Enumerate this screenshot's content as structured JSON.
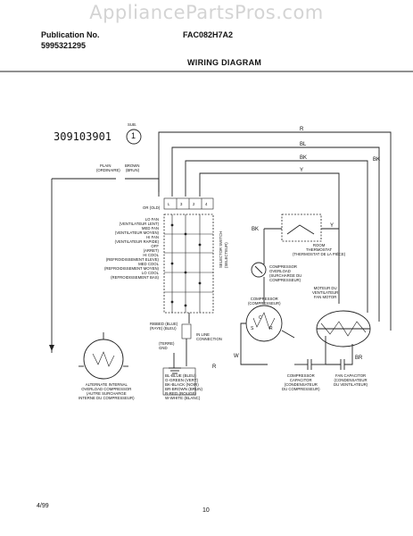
{
  "watermark": "AppliancePartsPros.com",
  "header": {
    "publication_label": "Publication No.",
    "publication_number": "5995321295",
    "model": "FAC082H7A2",
    "title": "WIRING DIAGRAM"
  },
  "diagram": {
    "part_number": "309103901",
    "sub_label": "SUB.",
    "sub_number": "1",
    "wire_labels": {
      "r": "R",
      "bl": "BL",
      "bk": "BK",
      "y": "Y",
      "bk2": "BK",
      "y2": "Y",
      "w": "W",
      "r2": "R",
      "br": "BR",
      "bk3": "BK"
    },
    "cord_plain": "PLAIN",
    "cord_plain_fr": "(ORDINAIRE)",
    "cord_brown": "BROWN",
    "cord_brown_fr": "(BRUN)",
    "or_gold": "OR (OLD)",
    "terminals": [
      "L",
      "3",
      "2",
      "4"
    ],
    "selector_label": "SELECTOR SWITCH",
    "selector_label_fr": "(SELECTEUR)",
    "switch_positions": [
      "LO FAN",
      "(VENTILATEUR LENT)",
      "MED FAN",
      "(VENTILATEUR MOYEN)",
      "HI FAN",
      "(VENTILATEUR RAPIDE)",
      "OFF",
      "(ARRET)",
      "HI COOL",
      "(REFROIDISSEMENT ELEVE)",
      "MED COOL",
      "(REFROIDISSEMENT MOYEN)",
      "LO COOL",
      "(REFROIDISSEMENT BAS)"
    ],
    "room_thermostat": [
      "ROOM",
      "THERMOSTAT",
      "(THERMOSTAT DE LA PIÈCE)"
    ],
    "overload": [
      "COMPRESSOR",
      "OVERLOAD",
      "(SURCHARGE DU",
      "COMPRESSEUR)"
    ],
    "compressor": [
      "COMPRESSOR",
      "(COMPRESSEUR)"
    ],
    "fan_motor": [
      "MOTEUR DU",
      "VENTILATEUR",
      "FAN MOTOR"
    ],
    "ribbed_blue": [
      "RIBBED (BLUE)",
      "(RAYE) (BLEU)"
    ],
    "in_line": [
      "IN LINE",
      "CONNECTION"
    ],
    "ground": [
      "(TERRE)",
      "GND"
    ],
    "compressor_capacitor": [
      "COMPRESSOR",
      "CAPACITOR",
      "(CONDENSATEUR",
      "DU COMPRESSEUR)"
    ],
    "fan_capacitor": [
      "FAN CAPACITOR",
      "(CONDENSATEUR",
      "DU VENTILATEUR)"
    ],
    "overload_internal": [
      "ALTERNATE INTERNAL",
      "OVERLOAD COMPRESSOR",
      "(AUTRE SURCHARGE",
      "INTERNE DU COMPRESSEUR)"
    ],
    "color_legend": [
      "BL-BLUE (BLEU)",
      "G-GREEN (VERT)",
      "BK-BLACK (NOIR)",
      "BR-BROWN (BRUN)",
      "R-RED (ROUGE)",
      "W-WHITE (BLANC)"
    ],
    "comp_pins": [
      "C",
      "S",
      "R"
    ]
  },
  "footer": {
    "date": "4/99",
    "page": "10"
  }
}
